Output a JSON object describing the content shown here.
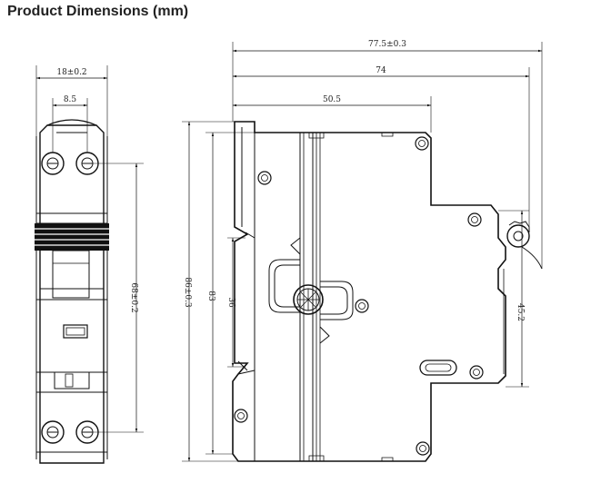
{
  "title": "Product Dimensions (mm)",
  "front_view": {
    "width_label": "18±0.2",
    "terminal_spacing_label": "8.5",
    "height_label": "68±0.2"
  },
  "side_view": {
    "overall_depth_label": "77.5±0.3",
    "depth_label": "74",
    "depth_to_shoulder_label": "50.5",
    "overall_height_label": "86±0.3",
    "height_label": "83",
    "rail_height_label": "36",
    "front_face_height_label": "45.2"
  }
}
